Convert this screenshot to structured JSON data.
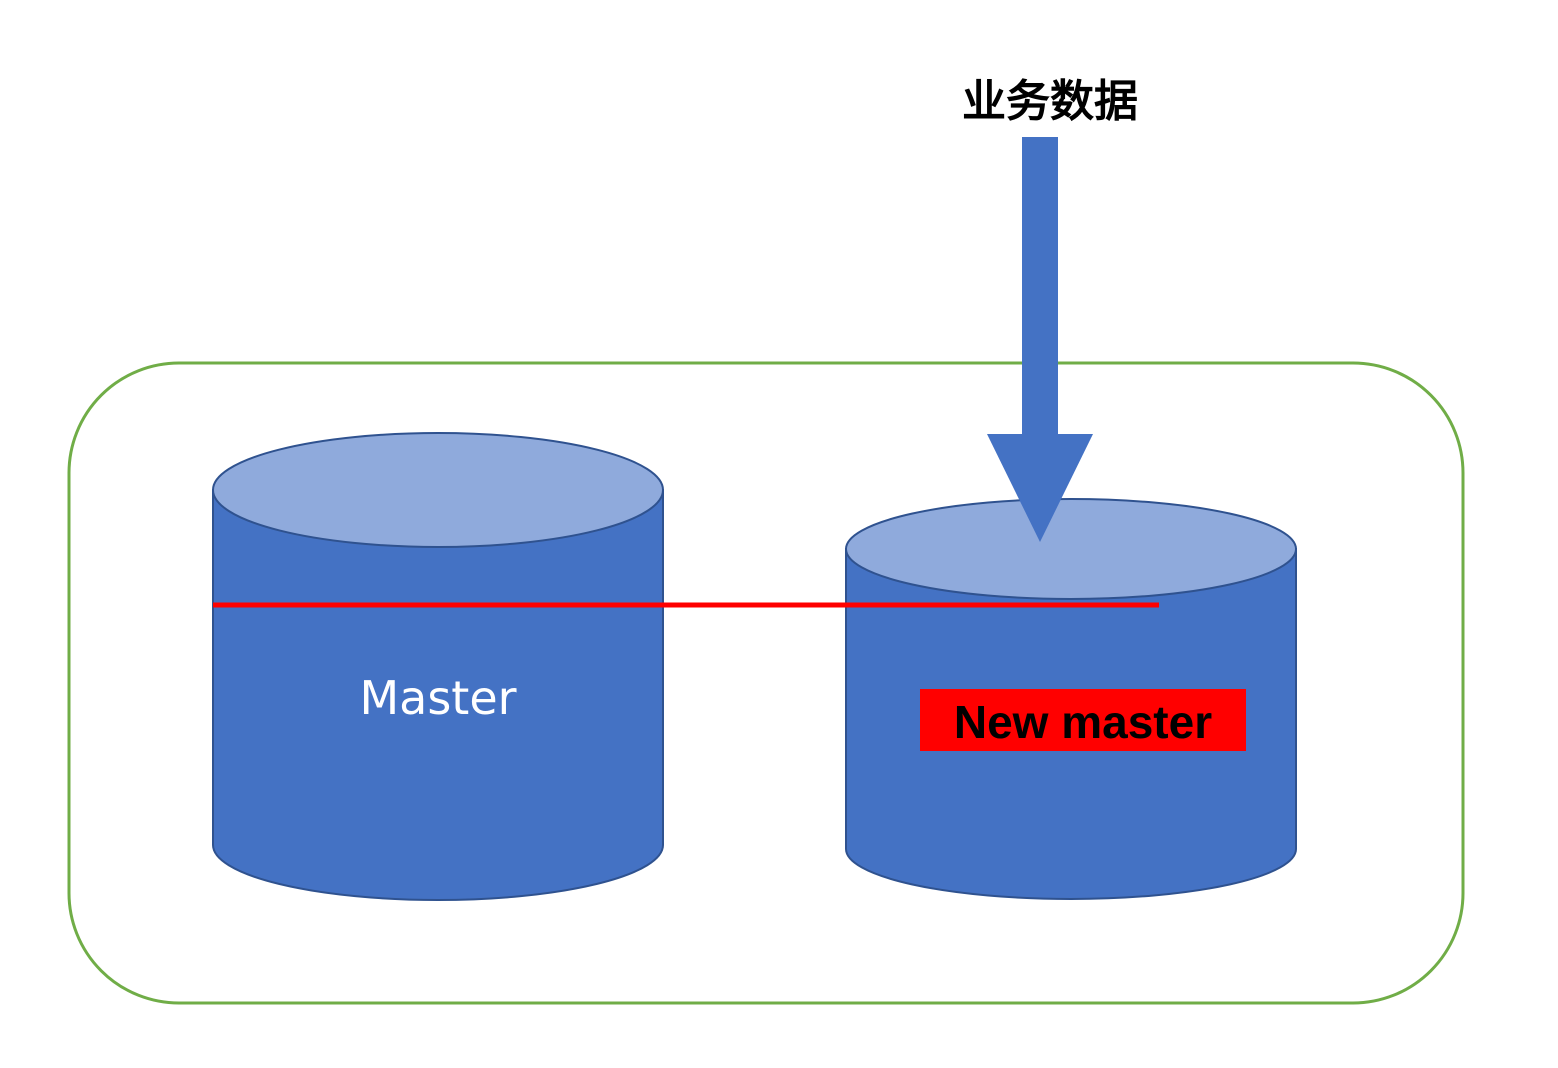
{
  "title": "业务数据",
  "cluster": {
    "border_color": "#70AD47"
  },
  "nodes": {
    "master": {
      "label": "Master",
      "label_color": "#FFFFFF"
    },
    "new_master": {
      "label": "New master",
      "label_color": "#000000",
      "highlight_color": "#FF0000"
    }
  },
  "colors": {
    "cylinder_body": "#4472C4",
    "cylinder_top": "#8FAADC",
    "cylinder_stroke": "#2F528F",
    "arrow": "#4472C4",
    "divider_line": "#FF0000"
  },
  "icons": {
    "arrow": "down-arrow-icon",
    "database": "database-cylinder-icon"
  }
}
